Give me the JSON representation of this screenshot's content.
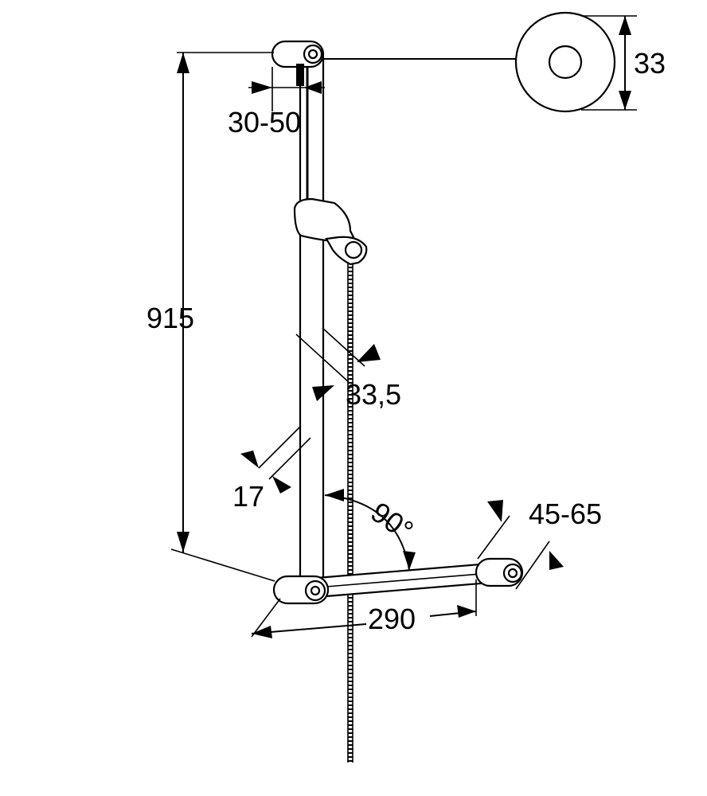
{
  "dimensions": {
    "height": "915",
    "wall_distance": "30-50",
    "rosette_diameter": "33",
    "bar_diameter": "33,5",
    "slider_width": "17",
    "angle": "90°",
    "bracket_distance": "290",
    "mount_range": "45-65"
  }
}
